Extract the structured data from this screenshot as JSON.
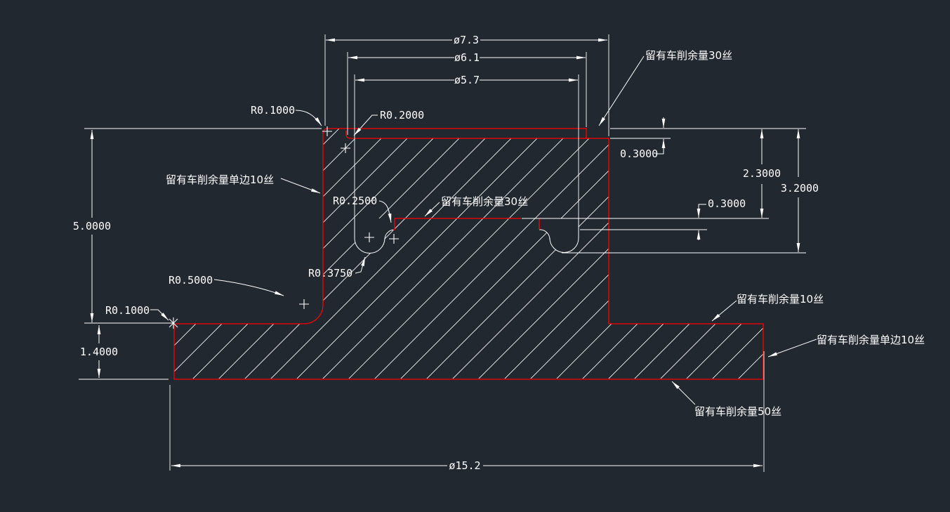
{
  "canvas": {
    "background_color": "#212830",
    "profile_color": "#ff0000",
    "annotation_color": "#ffffff"
  },
  "dimensions": {
    "dia_7_3": "ø7.3",
    "dia_6_1": "ø6.1",
    "dia_5_7": "ø5.7",
    "dia_15_2": "ø15.2",
    "total_height": "5.0000",
    "base_height": "1.4000",
    "top_recess_depth": "0.3000",
    "upper_depth": "2.3000",
    "groove_depth": "3.2000",
    "step_depth": "0.3000"
  },
  "radii": {
    "top_corner": "R0.1000",
    "top_recess_fillet": "R0.2000",
    "step_fillet": "R0.2500",
    "groove_bottom": "R0.3750",
    "root_fillet": "R0.5000",
    "base_corner": "R0.1000"
  },
  "annotations": {
    "top_face_allowance": "留有车削余量30丝",
    "upper_side_allowance": "留有车削余量单边10丝",
    "mid_face_allowance": "留有车削余量30丝",
    "flange_top_allowance": "留有车削余量10丝",
    "flange_side_allowance": "留有车削余量单边10丝",
    "bottom_face_allowance": "留有车削余量50丝"
  }
}
